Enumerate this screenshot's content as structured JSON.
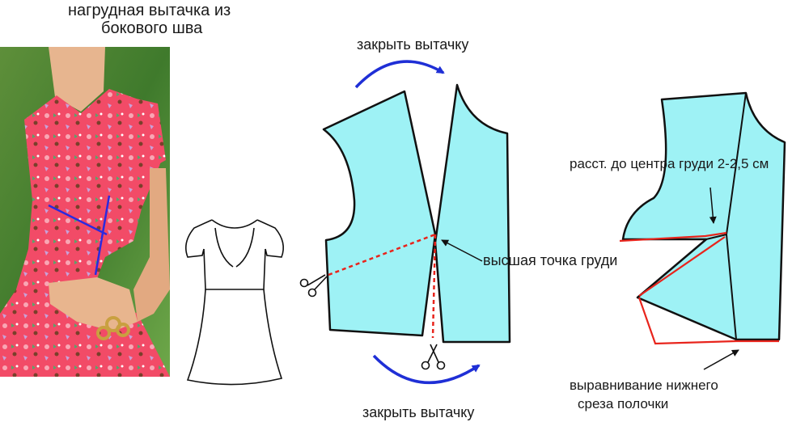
{
  "title_line1": "нагрудная вытачка из",
  "title_line2": "бокового шва",
  "close_dart_top": "закрыть вытачку",
  "close_dart_bottom": "закрыть вытачку",
  "bust_point": "высшая точка груди",
  "bust_distance": "расст. до центра груди 2-2,5 см",
  "hem_line1": "выравнивание нижнего",
  "hem_line2": "среза полочки",
  "colors": {
    "pattern_fill": "#9EF2F5",
    "outline": "#111111",
    "arrow_blue": "#1F2FD6",
    "red_line": "#E8241C",
    "dress_red": "#F04A64"
  },
  "icons": [
    "scissors-icon",
    "curved-arrow-icon",
    "dress-sketch-icon"
  ]
}
